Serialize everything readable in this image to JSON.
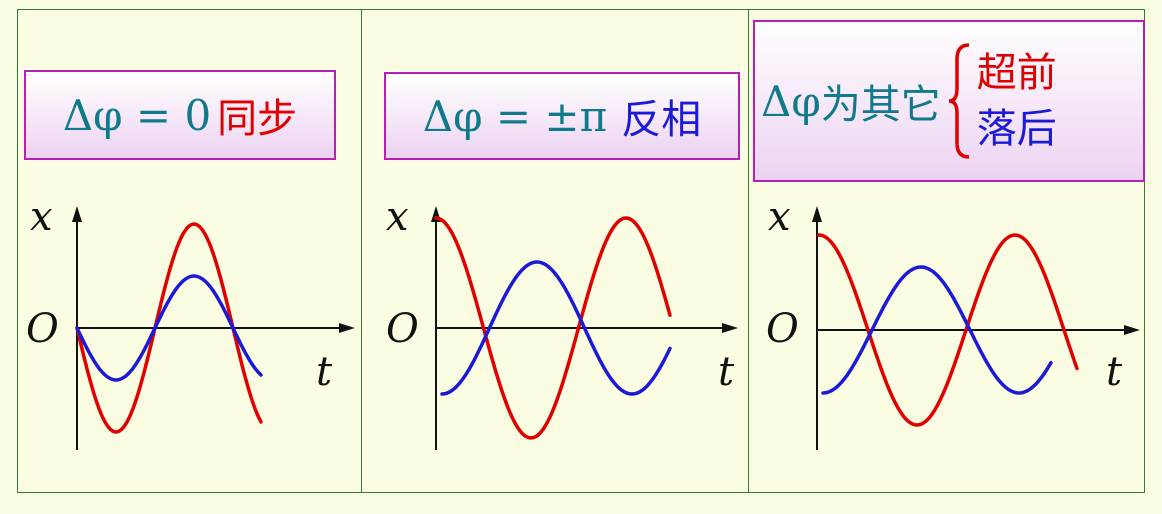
{
  "panels": [
    {
      "label_formula": "Δφ = 0",
      "label_text": "同步",
      "label_text_color": "#e00000"
    },
    {
      "label_formula": "Δφ = ±π",
      "label_text": "反相",
      "label_text_color": "#1a1ad8"
    },
    {
      "label_formula": "Δφ",
      "label_text": "为其它",
      "label_text_color": "#0e7a8c",
      "options": [
        {
          "text": "超前",
          "color": "#e00000"
        },
        {
          "text": "落后",
          "color": "#1a1ad8"
        }
      ]
    }
  ],
  "axis": {
    "x_label": "x",
    "t_label": "t",
    "origin_label": "O"
  },
  "colors": {
    "red_wave": "#e00000",
    "blue_wave": "#1a1ad8",
    "frame": "#2e7d32",
    "box_border": "#b620b6"
  },
  "chart_data": [
    {
      "type": "line",
      "series": [
        {
          "color": "#e00000",
          "amplitude": 1.0,
          "phase": "0",
          "period": 1.0
        },
        {
          "color": "#1a1ad8",
          "amplitude": 0.5,
          "phase": "0",
          "period": 1.0
        }
      ]
    },
    {
      "type": "line",
      "series": [
        {
          "color": "#e00000",
          "amplitude": 1.0,
          "phase": "π",
          "period": 1.0
        },
        {
          "color": "#1a1ad8",
          "amplitude": 0.6,
          "phase": "0",
          "period": 1.0
        }
      ]
    },
    {
      "type": "line",
      "series": [
        {
          "color": "#e00000",
          "amplitude": 1.0,
          "phase": "lead",
          "period": 1.0
        },
        {
          "color": "#1a1ad8",
          "amplitude": 0.6,
          "phase": "lag",
          "period": 1.0
        }
      ]
    }
  ]
}
